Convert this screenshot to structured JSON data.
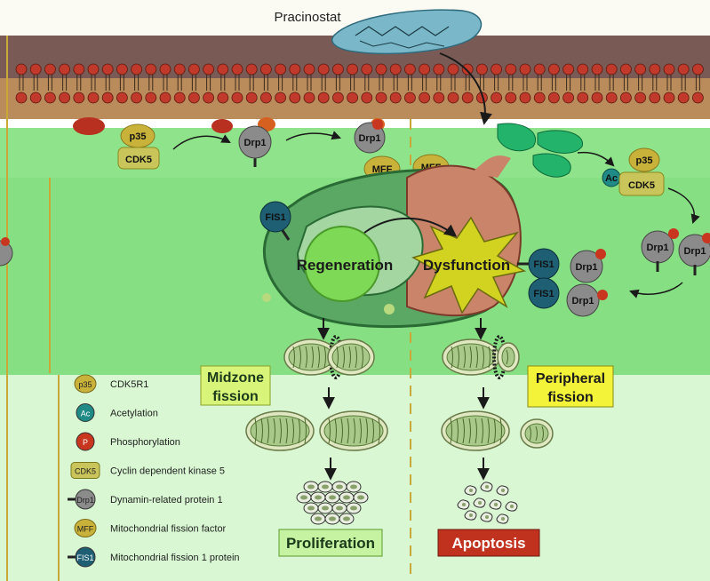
{
  "title": "Pracinostat",
  "molecules": {
    "p35": "p35",
    "cdk5": "CDK5",
    "drp1": "Drp1",
    "mff": "MFF",
    "fis1": "FIS1",
    "ac": "Ac",
    "p": "P"
  },
  "states": {
    "regeneration": "Regeneration",
    "dysfunction": "Dysfunction"
  },
  "fission": {
    "midzone": "Midzone fission",
    "peripheral": "Peripheral fission"
  },
  "outcomes": {
    "proliferation": "Proliferation",
    "apoptosis": "Apoptosis"
  },
  "legend": [
    {
      "key": "p35",
      "label": "CDK5R1",
      "icon": "p35-icon",
      "color": "#c9b23a"
    },
    {
      "key": "Ac",
      "label": "Acetylation",
      "icon": "acetylation-icon",
      "color": "#1f8a86"
    },
    {
      "key": "P",
      "label": "Phosphorylation",
      "icon": "phosphorylation-icon",
      "color": "#c9361f"
    },
    {
      "key": "CDK5",
      "label": "Cyclin dependent kinase 5",
      "icon": "cdk5-icon",
      "color": "#c9c55a"
    },
    {
      "key": "Drp1",
      "label": "Dynamin-related protein 1",
      "icon": "drp1-icon",
      "color": "#8b8b8b"
    },
    {
      "key": "MFF",
      "label": "Mitochondrial fission factor",
      "icon": "mff-icon",
      "color": "#c9b23a"
    },
    {
      "key": "FIS1",
      "label": "Mitochondrial fission 1 protein",
      "icon": "fis1-icon",
      "color": "#1f5f74"
    }
  ],
  "colors": {
    "green_band": "#8fe38a",
    "lower_panel": "#d8f7d2",
    "membrane_band": "#ba8c5c",
    "lipid_head": "#c0392b",
    "mito_green": "#78c552",
    "burst": "#d2d220",
    "apoptosis_box": "#c0311e",
    "fission_box": "#f3f33a"
  }
}
